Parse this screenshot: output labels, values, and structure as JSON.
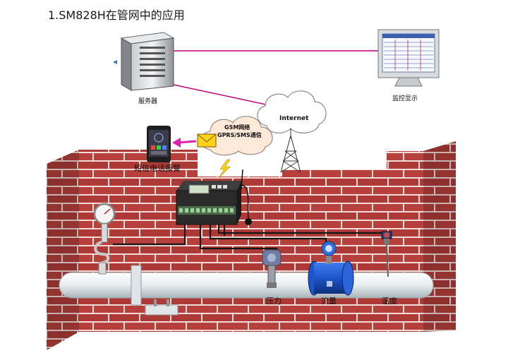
{
  "title": "1.SM828H在管网中的应用",
  "labels": {
    "server": "服务器",
    "monitor": "监控显示",
    "internet": "Internet",
    "gsm_line1": "GSM网络",
    "gsm_line2": "GPRS/SMS通信",
    "phone_alarm": "短信电话报警",
    "pressure": "压力",
    "flow": "流量",
    "temperature": "温度"
  },
  "colors": {
    "link_line": "#c0007a",
    "sms_arrow": "#e020b0",
    "brick": "#b5403c",
    "mortar": "#f3dcd8",
    "pipe": "#e9eef0",
    "device": "#2a2a2a",
    "cable": "#151515",
    "meter_blue": "#1d55c8"
  },
  "icons": {
    "server": "server-icon",
    "monitor": "monitor-icon",
    "cloud": "cloud-icon",
    "tower": "antenna-tower-icon",
    "phone": "smartphone-icon",
    "envelope": "envelope-icon",
    "lightning": "lightning-icon",
    "controller": "rtu-controller-icon",
    "gauge": "pressure-gauge-icon",
    "transmitter": "pressure-transmitter-icon",
    "flowmeter": "flowmeter-icon",
    "thermometer": "temperature-sensor-icon"
  }
}
